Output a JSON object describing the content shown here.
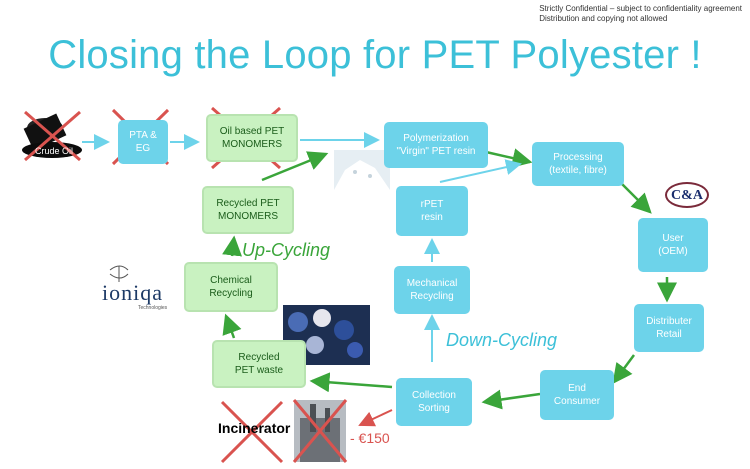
{
  "header": {
    "confidential_line1": "Strictly Confidential – subject to confidentiality agreement",
    "confidential_line2": "Distribution and copying not allowed",
    "title": "Closing the Loop for PET Polyester !"
  },
  "nodes": {
    "crude_oil": "Crude Oil",
    "pta_eg": "PTA &\nEG",
    "oil_based_monomers": "Oil based PET\nMONOMERS",
    "polymerization": "Polymerization\n\"Virgin\" PET resin",
    "processing": "Processing\n(textile, fibre)",
    "user": "User\n(OEM)",
    "distributer": "Distributer\nRetail",
    "end_consumer": "End\nConsumer",
    "collection": "Collection\nSorting",
    "recycled_waste": "Recycled\nPET waste",
    "chemical_recycling": "Chemical\nRecycling",
    "recycled_monomers": "Recycled PET\nMONOMERS",
    "mechanical_recycling": "Mechanical\nRecycling",
    "rpet_resin": "rPET\nresin",
    "incinerator": "Incinerator"
  },
  "labels": {
    "up_cycling": "Up-Cycling",
    "down_cycling": "Down-Cycling",
    "incinerator_cost": "- €150"
  },
  "logos": {
    "ca": "C&A",
    "ioniqa": "ioniqa",
    "ioniqa_sub": "Technologies"
  },
  "colors": {
    "accent_blue": "#3cc0d8",
    "box_blue": "#6dd3ea",
    "box_green": "#c9f2c1",
    "arrow_green": "#3aa53a",
    "cross_red": "#d9534f"
  }
}
